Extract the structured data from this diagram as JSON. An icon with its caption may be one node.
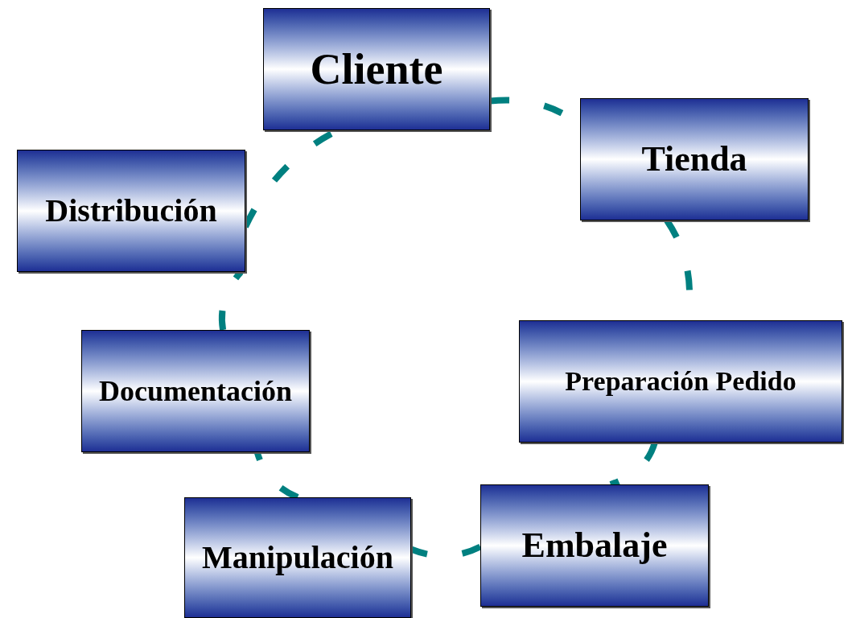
{
  "diagram": {
    "nodes": [
      {
        "text": [
          "Cliente"
        ]
      },
      {
        "text": [
          "Tienda"
        ]
      },
      {
        "text": [
          "Preparación Pedido"
        ]
      },
      {
        "text": [
          "Embalaje"
        ]
      },
      {
        "text": [
          "Manipulación"
        ]
      },
      {
        "text": [
          "Documentación"
        ]
      },
      {
        "text": [
          "Distribución"
        ]
      }
    ],
    "edges": [
      {
        "from": 0,
        "to": 1,
        "arrow": "none",
        "style": "dashed"
      },
      {
        "from": 1,
        "to": 2,
        "arrow": "none",
        "style": "dashed"
      },
      {
        "from": 2,
        "to": 3,
        "arrow": "none",
        "style": "dashed"
      },
      {
        "from": 3,
        "to": 4,
        "arrow": "none",
        "style": "dashed"
      },
      {
        "from": 4,
        "to": 5,
        "arrow": "none",
        "style": "dashed"
      },
      {
        "from": 5,
        "to": 6,
        "arrow": "none",
        "style": "dashed"
      },
      {
        "from": 6,
        "to": 0,
        "arrow": "none",
        "style": "dashed"
      }
    ]
  }
}
